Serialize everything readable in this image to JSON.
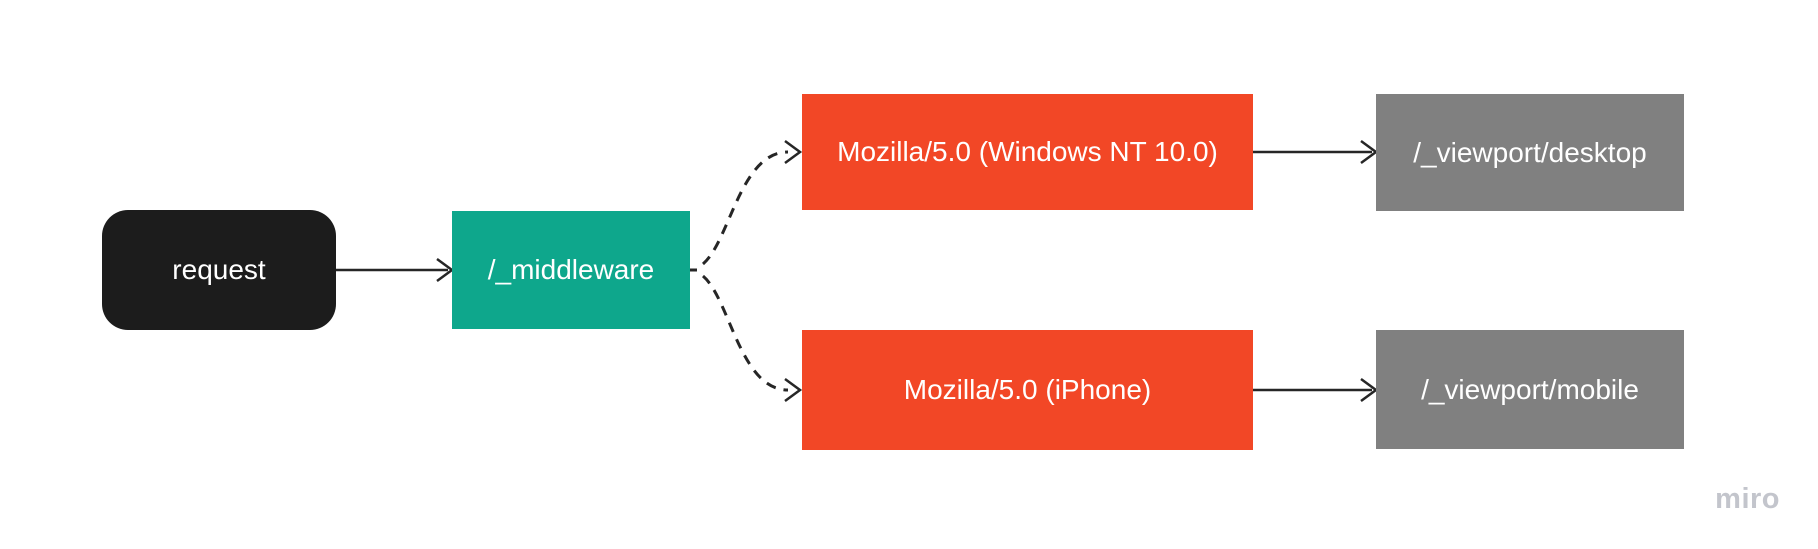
{
  "diagram": {
    "nodes": [
      {
        "id": "request",
        "label": "request",
        "shape": "rounded-rect",
        "color": "#1c1c1c",
        "text_color": "#ffffff"
      },
      {
        "id": "middleware",
        "label": "/_middleware",
        "shape": "rect",
        "color": "#0ea78c",
        "text_color": "#ffffff"
      },
      {
        "id": "ua-desktop",
        "label": "Mozilla/5.0 (Windows NT 10.0)",
        "shape": "rect",
        "color": "#f24726",
        "text_color": "#ffffff"
      },
      {
        "id": "ua-mobile",
        "label": "Mozilla/5.0 (iPhone)",
        "shape": "rect",
        "color": "#f24726",
        "text_color": "#ffffff"
      },
      {
        "id": "viewport-desktop",
        "label": "/_viewport/desktop",
        "shape": "rect",
        "color": "#808080",
        "text_color": "#ffffff"
      },
      {
        "id": "viewport-mobile",
        "label": "/_viewport/mobile",
        "shape": "rect",
        "color": "#808080",
        "text_color": "#ffffff"
      }
    ],
    "edges": [
      {
        "from": "request",
        "to": "middleware",
        "style": "solid"
      },
      {
        "from": "middleware",
        "to": "ua-desktop",
        "style": "dashed"
      },
      {
        "from": "middleware",
        "to": "ua-mobile",
        "style": "dashed"
      },
      {
        "from": "ua-desktop",
        "to": "viewport-desktop",
        "style": "solid"
      },
      {
        "from": "ua-mobile",
        "to": "viewport-mobile",
        "style": "solid"
      }
    ],
    "edge_color": "#262626",
    "background_color": "#ffffff"
  },
  "watermark": {
    "label": "miro",
    "color": "#c3c5cc"
  }
}
